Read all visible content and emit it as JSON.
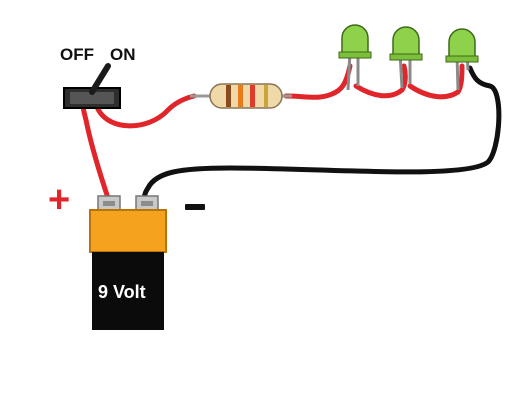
{
  "switch": {
    "off_label": "OFF",
    "on_label": "ON"
  },
  "battery": {
    "label": "9 Volt"
  },
  "polarity": {
    "plus": "+",
    "minus": "-"
  },
  "colors": {
    "red_wire": "#e0262b",
    "black_wire": "#111111",
    "led_green": "#8ed14a",
    "battery_cap": "#f5a21e",
    "battery_body": "#0b0b0b",
    "switch_body": "#333333",
    "resistor_body": "#f0d9a8"
  },
  "icons": [
    "switch-icon",
    "resistor-icon",
    "led-icon",
    "battery-icon"
  ]
}
